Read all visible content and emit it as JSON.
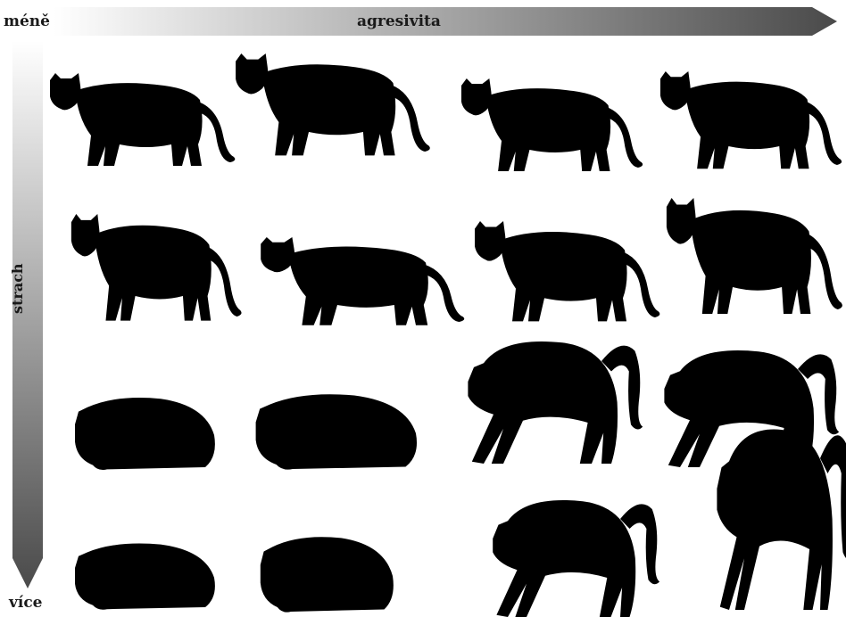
{
  "labels": {
    "less": "méně",
    "more": "více",
    "aggression": "agresivita",
    "fear": "strach"
  },
  "colors": {
    "arrow_light": "#ffffff",
    "arrow_dark": "#4a4a4a",
    "cat_fill": "#dedede",
    "cat_stroke": "#444444"
  },
  "grid": {
    "rows": 4,
    "columns": 4,
    "x_axis": "agresivita",
    "y_axis": "strach"
  }
}
